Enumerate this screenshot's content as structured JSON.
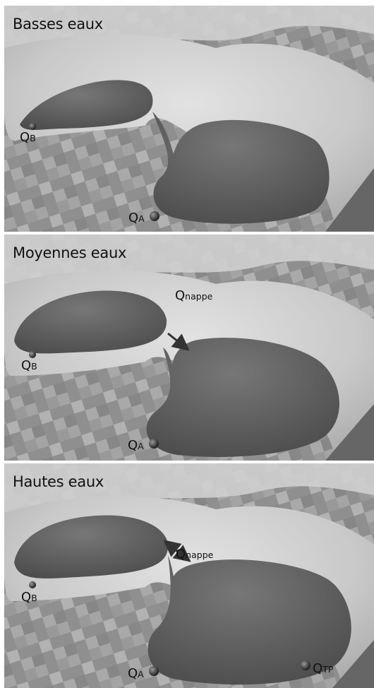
{
  "panels": [
    {
      "title": "Basses eaux",
      "labels": {
        "qb": [
          "Q",
          "B"
        ],
        "qa": [
          "Q",
          "A"
        ]
      }
    },
    {
      "title": "Moyennes eaux",
      "labels": {
        "qnappe": [
          "Q",
          "nappe"
        ],
        "qb": [
          "Q",
          "B"
        ],
        "qa": [
          "Q",
          "A"
        ]
      }
    },
    {
      "title": "Hautes eaux",
      "labels": {
        "qnappe": [
          "Q",
          "nappe"
        ],
        "qb": [
          "Q",
          "B"
        ],
        "qa": [
          "Q",
          "A"
        ],
        "qtp": [
          "Q",
          "TP"
        ]
      }
    }
  ]
}
